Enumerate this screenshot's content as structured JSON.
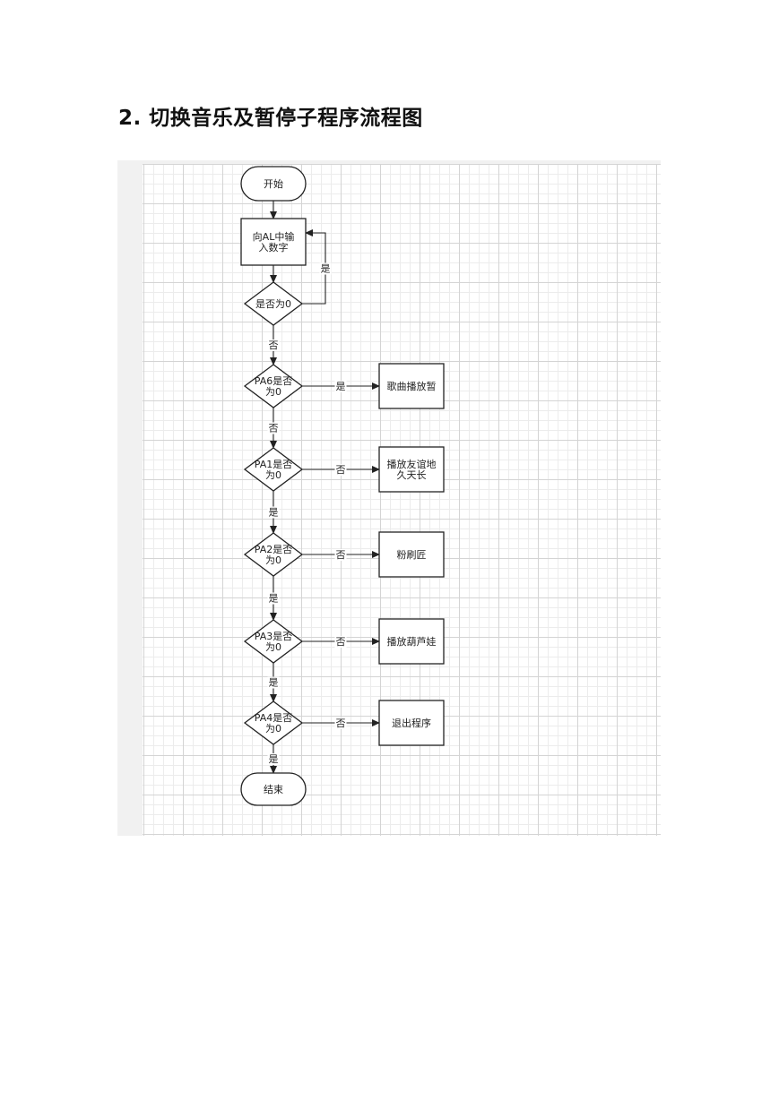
{
  "document": {
    "heading": "2. 切换音乐及暂停子程序流程图"
  },
  "diagram": {
    "nodes": [
      {
        "id": "start",
        "shape": "terminal",
        "lines": [
          "开始"
        ]
      },
      {
        "id": "input",
        "shape": "process",
        "lines": [
          "向AL中输",
          "入数字"
        ]
      },
      {
        "id": "d0",
        "shape": "decision",
        "lines": [
          "是否为0"
        ]
      },
      {
        "id": "d6",
        "shape": "decision",
        "lines": [
          "PA6是否",
          "为0"
        ]
      },
      {
        "id": "p6",
        "shape": "process",
        "lines": [
          "歌曲播放暂"
        ]
      },
      {
        "id": "d1",
        "shape": "decision",
        "lines": [
          "PA1是否",
          "为0"
        ]
      },
      {
        "id": "p1",
        "shape": "process",
        "lines": [
          "播放友谊地",
          "久天长"
        ]
      },
      {
        "id": "d2",
        "shape": "decision",
        "lines": [
          "PA2是否",
          "为0"
        ]
      },
      {
        "id": "p2",
        "shape": "process",
        "lines": [
          "粉刷匠"
        ]
      },
      {
        "id": "d3",
        "shape": "decision",
        "lines": [
          "PA3是否",
          "为0"
        ]
      },
      {
        "id": "p3",
        "shape": "process",
        "lines": [
          "播放葫芦娃"
        ]
      },
      {
        "id": "d4",
        "shape": "decision",
        "lines": [
          "PA4是否",
          "为0"
        ]
      },
      {
        "id": "p4",
        "shape": "process",
        "lines": [
          "退出程序"
        ]
      },
      {
        "id": "end",
        "shape": "terminal",
        "lines": [
          "结束"
        ]
      }
    ],
    "edges": [
      {
        "from": "start",
        "to": "input",
        "label": ""
      },
      {
        "from": "input",
        "to": "d0",
        "label": ""
      },
      {
        "from": "d0",
        "to": "input",
        "label": "是"
      },
      {
        "from": "d0",
        "to": "d6",
        "label": "否"
      },
      {
        "from": "d6",
        "to": "p6",
        "label": "是"
      },
      {
        "from": "d6",
        "to": "d1",
        "label": "否"
      },
      {
        "from": "d1",
        "to": "p1",
        "label": "否"
      },
      {
        "from": "d1",
        "to": "d2",
        "label": "是"
      },
      {
        "from": "d2",
        "to": "p2",
        "label": "否"
      },
      {
        "from": "d2",
        "to": "d3",
        "label": "是"
      },
      {
        "from": "d3",
        "to": "p3",
        "label": "否"
      },
      {
        "from": "d3",
        "to": "d4",
        "label": "是"
      },
      {
        "from": "d4",
        "to": "p4",
        "label": "否"
      },
      {
        "from": "d4",
        "to": "end",
        "label": "是"
      }
    ]
  }
}
